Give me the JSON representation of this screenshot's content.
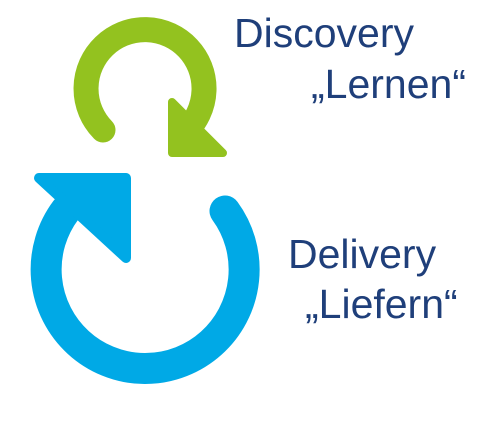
{
  "colors": {
    "discovery_cycle": "#93c21f",
    "delivery_cycle": "#00a9e6",
    "text": "#1f3f7a"
  },
  "icons": {
    "discovery": "circular-arrow-icon",
    "delivery": "circular-arrow-icon"
  },
  "discovery": {
    "title": "Discovery",
    "subtitle": "„Lernen“"
  },
  "delivery": {
    "title": "Delivery",
    "subtitle": "„Liefern“"
  }
}
